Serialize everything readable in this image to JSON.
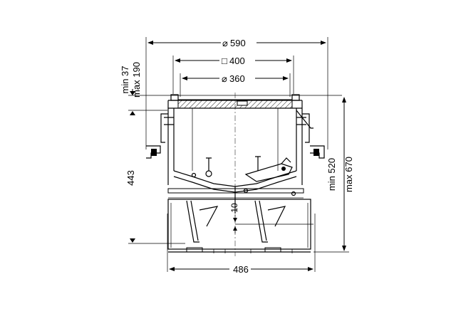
{
  "dimensions": {
    "top_diameter": "590",
    "square_size": "400",
    "inner_diameter": "360",
    "adjust_min": "min 37",
    "adjust_max": "max 190",
    "depth_443": "443",
    "height_min": "min 520",
    "height_max": "max 670",
    "offset_10": "10",
    "width_486": "486"
  },
  "symbols": {
    "diameter": "⌀",
    "square": "□"
  }
}
